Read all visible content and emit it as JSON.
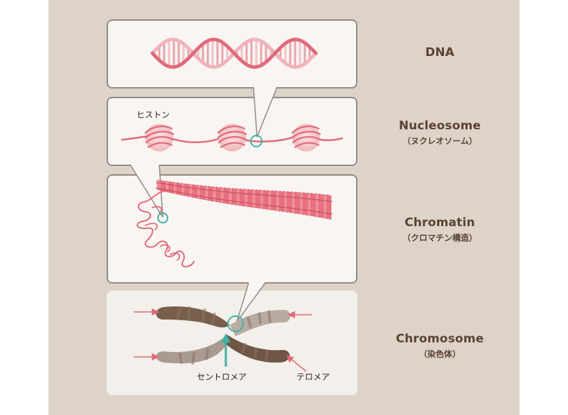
{
  "levels": {
    "dna": {
      "title": "DNA"
    },
    "nucleosome": {
      "title": "Nucleosome",
      "subtitle": "（ヌクレオソーム）"
    },
    "chromatin": {
      "title": "Chromatin",
      "subtitle": "（クロマチン構造）"
    },
    "chromosome": {
      "title": "Chromosome",
      "subtitle": "（染色体）"
    }
  },
  "annotations": {
    "histone": "ヒストン",
    "centromere": "セントロメア",
    "telomere": "テロメア"
  },
  "colors": {
    "background": "#ddd3c8",
    "panel": "#f8f5f2",
    "dna_strand": "#e06a7a",
    "histone": "#f3c1c4",
    "chromosome_dark": "#6f5645",
    "chromosome_light": "#b8aaa0",
    "highlight_circle": "#3fb3a6",
    "arrow": "#e06a7a",
    "centromere_arrow": "#3fb3a6",
    "label_text": "#5a4332"
  }
}
